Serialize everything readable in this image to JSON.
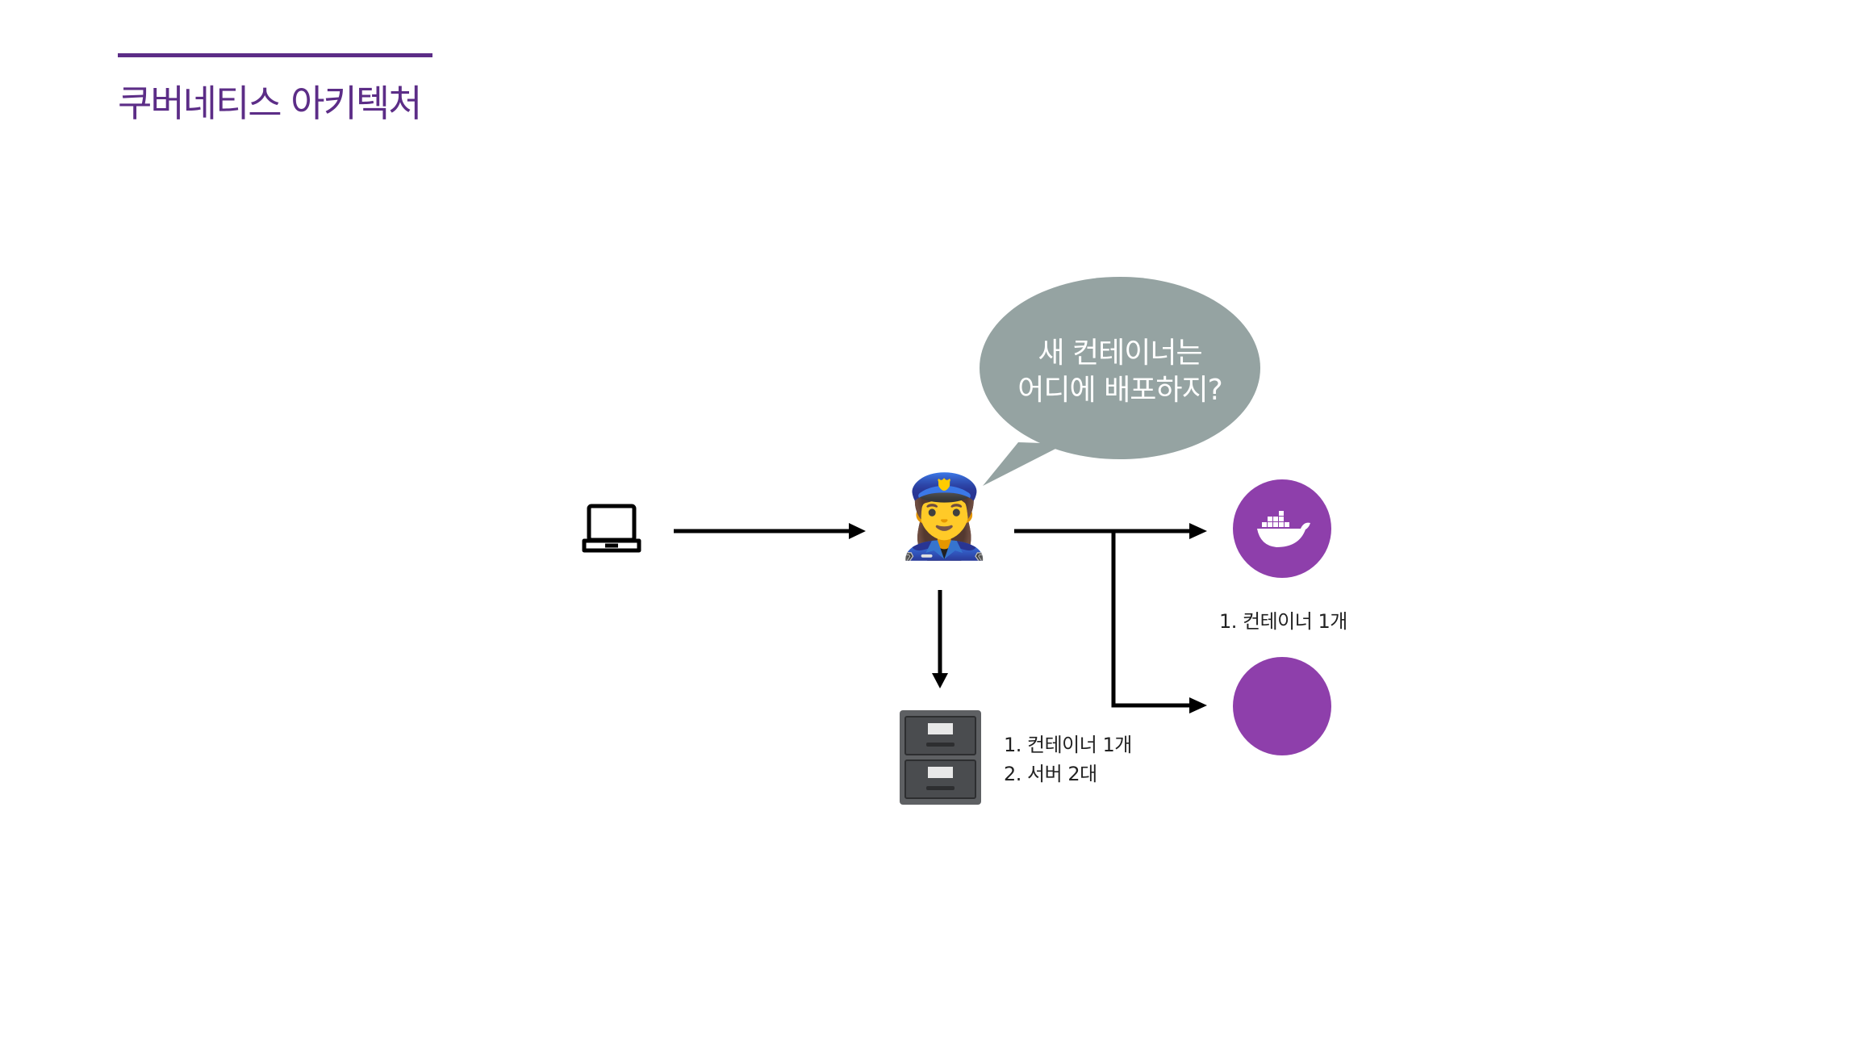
{
  "slide": {
    "title": "쿠버네티스 아키텍처",
    "accent_color": "#5c2d87"
  },
  "diagram": {
    "nodes": {
      "client": {
        "icon": "laptop-icon"
      },
      "scheduler": {
        "icon": "police-officer-icon",
        "glyph": "👮‍♀️"
      },
      "storage": {
        "icon": "file-cabinet-icon",
        "glyph": "🗄️"
      },
      "node1": {
        "icon": "docker-whale-icon",
        "color": "#8e3fab"
      },
      "node2": {
        "color": "#8e3fab"
      }
    },
    "speech_bubble": {
      "line1": "새 컨테이너는",
      "line2": "어디에 배포하지?",
      "color": "#95a3a2"
    },
    "node1_label": "1. 컨테이너 1개",
    "storage_labels": [
      "1. 컨테이너 1개",
      "2. 서버 2대"
    ]
  }
}
